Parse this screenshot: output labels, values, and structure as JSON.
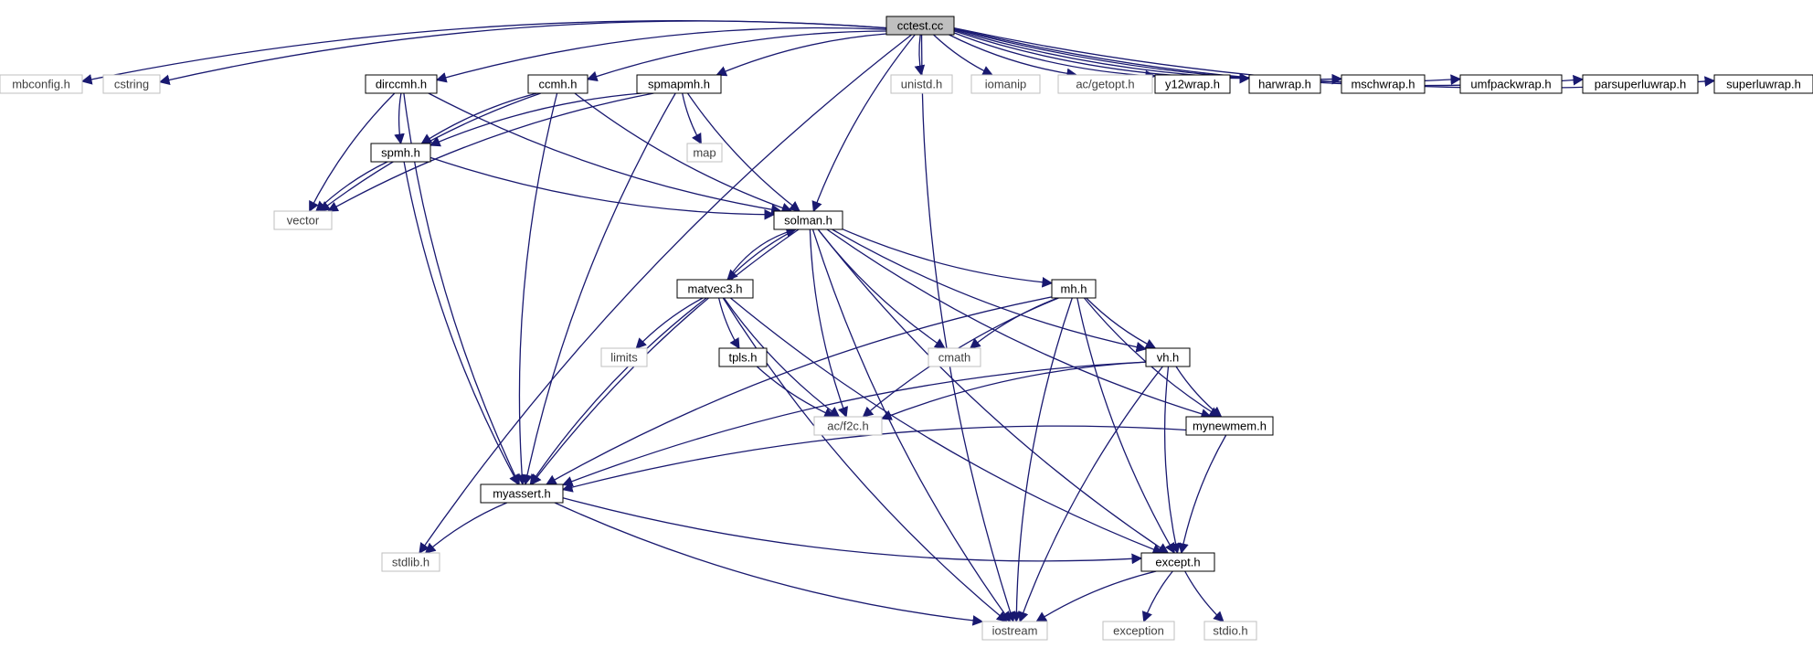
{
  "nodes": {
    "cctest": {
      "label": "cctest.cc",
      "kind": "root"
    },
    "mbconfig": {
      "label": "mbconfig.h",
      "kind": "external"
    },
    "cstring": {
      "label": "cstring",
      "kind": "external"
    },
    "dirccmh": {
      "label": "dirccmh.h",
      "kind": "local"
    },
    "ccmh": {
      "label": "ccmh.h",
      "kind": "local"
    },
    "spmapmh": {
      "label": "spmapmh.h",
      "kind": "local"
    },
    "unistd": {
      "label": "unistd.h",
      "kind": "external"
    },
    "iomanip": {
      "label": "iomanip",
      "kind": "external"
    },
    "getopt": {
      "label": "ac/getopt.h",
      "kind": "external"
    },
    "y12wrap": {
      "label": "y12wrap.h",
      "kind": "local"
    },
    "harwrap": {
      "label": "harwrap.h",
      "kind": "local"
    },
    "mschwrap": {
      "label": "mschwrap.h",
      "kind": "local"
    },
    "umfpackwrap": {
      "label": "umfpackwrap.h",
      "kind": "local"
    },
    "parsuperluwrap": {
      "label": "parsuperluwrap.h",
      "kind": "local"
    },
    "superluwrap": {
      "label": "superluwrap.h",
      "kind": "local"
    },
    "spmh": {
      "label": "spmh.h",
      "kind": "local"
    },
    "map": {
      "label": "map",
      "kind": "external"
    },
    "vector": {
      "label": "vector",
      "kind": "external"
    },
    "solman": {
      "label": "solman.h",
      "kind": "local"
    },
    "matvec3": {
      "label": "matvec3.h",
      "kind": "local"
    },
    "mh": {
      "label": "mh.h",
      "kind": "local"
    },
    "limits": {
      "label": "limits",
      "kind": "external"
    },
    "tpls": {
      "label": "tpls.h",
      "kind": "local"
    },
    "cmath": {
      "label": "cmath",
      "kind": "external"
    },
    "vh": {
      "label": "vh.h",
      "kind": "local"
    },
    "f2c": {
      "label": "ac/f2c.h",
      "kind": "external"
    },
    "mynewmem": {
      "label": "mynewmem.h",
      "kind": "local"
    },
    "myassert": {
      "label": "myassert.h",
      "kind": "local"
    },
    "stdlib": {
      "label": "stdlib.h",
      "kind": "external"
    },
    "except": {
      "label": "except.h",
      "kind": "local"
    },
    "iostream": {
      "label": "iostream",
      "kind": "external"
    },
    "exception": {
      "label": "exception",
      "kind": "external"
    },
    "stdio": {
      "label": "stdio.h",
      "kind": "external"
    }
  },
  "edges": [
    [
      "cctest",
      "mbconfig"
    ],
    [
      "cctest",
      "cstring"
    ],
    [
      "cctest",
      "dirccmh"
    ],
    [
      "cctest",
      "ccmh"
    ],
    [
      "cctest",
      "spmapmh"
    ],
    [
      "cctest",
      "unistd"
    ],
    [
      "cctest",
      "iomanip"
    ],
    [
      "cctest",
      "getopt"
    ],
    [
      "cctest",
      "y12wrap"
    ],
    [
      "cctest",
      "harwrap"
    ],
    [
      "cctest",
      "mschwrap"
    ],
    [
      "cctest",
      "umfpackwrap"
    ],
    [
      "cctest",
      "parsuperluwrap"
    ],
    [
      "cctest",
      "superluwrap"
    ],
    [
      "cctest",
      "solman"
    ],
    [
      "cctest",
      "stdlib"
    ],
    [
      "cctest",
      "iostream"
    ],
    [
      "dirccmh",
      "spmh"
    ],
    [
      "dirccmh",
      "vector"
    ],
    [
      "dirccmh",
      "solman"
    ],
    [
      "dirccmh",
      "myassert"
    ],
    [
      "ccmh",
      "spmh"
    ],
    [
      "ccmh",
      "vector"
    ],
    [
      "ccmh",
      "solman"
    ],
    [
      "ccmh",
      "myassert"
    ],
    [
      "spmapmh",
      "spmh"
    ],
    [
      "spmapmh",
      "vector"
    ],
    [
      "spmapmh",
      "map"
    ],
    [
      "spmapmh",
      "solman"
    ],
    [
      "spmapmh",
      "myassert"
    ],
    [
      "spmh",
      "vector"
    ],
    [
      "spmh",
      "solman"
    ],
    [
      "spmh",
      "myassert"
    ],
    [
      "solman",
      "matvec3"
    ],
    [
      "solman",
      "mh"
    ],
    [
      "solman",
      "cmath"
    ],
    [
      "solman",
      "f2c"
    ],
    [
      "solman",
      "vh"
    ],
    [
      "solman",
      "mynewmem"
    ],
    [
      "solman",
      "myassert"
    ],
    [
      "solman",
      "except"
    ],
    [
      "solman",
      "iostream"
    ],
    [
      "matvec3",
      "solman"
    ],
    [
      "matvec3",
      "limits"
    ],
    [
      "matvec3",
      "tpls"
    ],
    [
      "matvec3",
      "f2c"
    ],
    [
      "matvec3",
      "myassert"
    ],
    [
      "matvec3",
      "except"
    ],
    [
      "matvec3",
      "iostream"
    ],
    [
      "tpls",
      "f2c"
    ],
    [
      "mh",
      "cmath"
    ],
    [
      "mh",
      "vh"
    ],
    [
      "mh",
      "f2c"
    ],
    [
      "mh",
      "mynewmem"
    ],
    [
      "mh",
      "myassert"
    ],
    [
      "mh",
      "except"
    ],
    [
      "mh",
      "iostream"
    ],
    [
      "vh",
      "f2c"
    ],
    [
      "vh",
      "mynewmem"
    ],
    [
      "vh",
      "myassert"
    ],
    [
      "vh",
      "except"
    ],
    [
      "vh",
      "iostream"
    ],
    [
      "mynewmem",
      "myassert"
    ],
    [
      "mynewmem",
      "except"
    ],
    [
      "myassert",
      "stdlib"
    ],
    [
      "myassert",
      "except"
    ],
    [
      "myassert",
      "iostream"
    ],
    [
      "except",
      "iostream"
    ],
    [
      "except",
      "exception"
    ],
    [
      "except",
      "stdio"
    ]
  ],
  "colors": {
    "edge": "#191970",
    "root_fill": "#bfbfbf",
    "local_border": "#000000",
    "external_border": "#bfbfbf",
    "external_text": "#404040",
    "local_text": "#000000"
  }
}
